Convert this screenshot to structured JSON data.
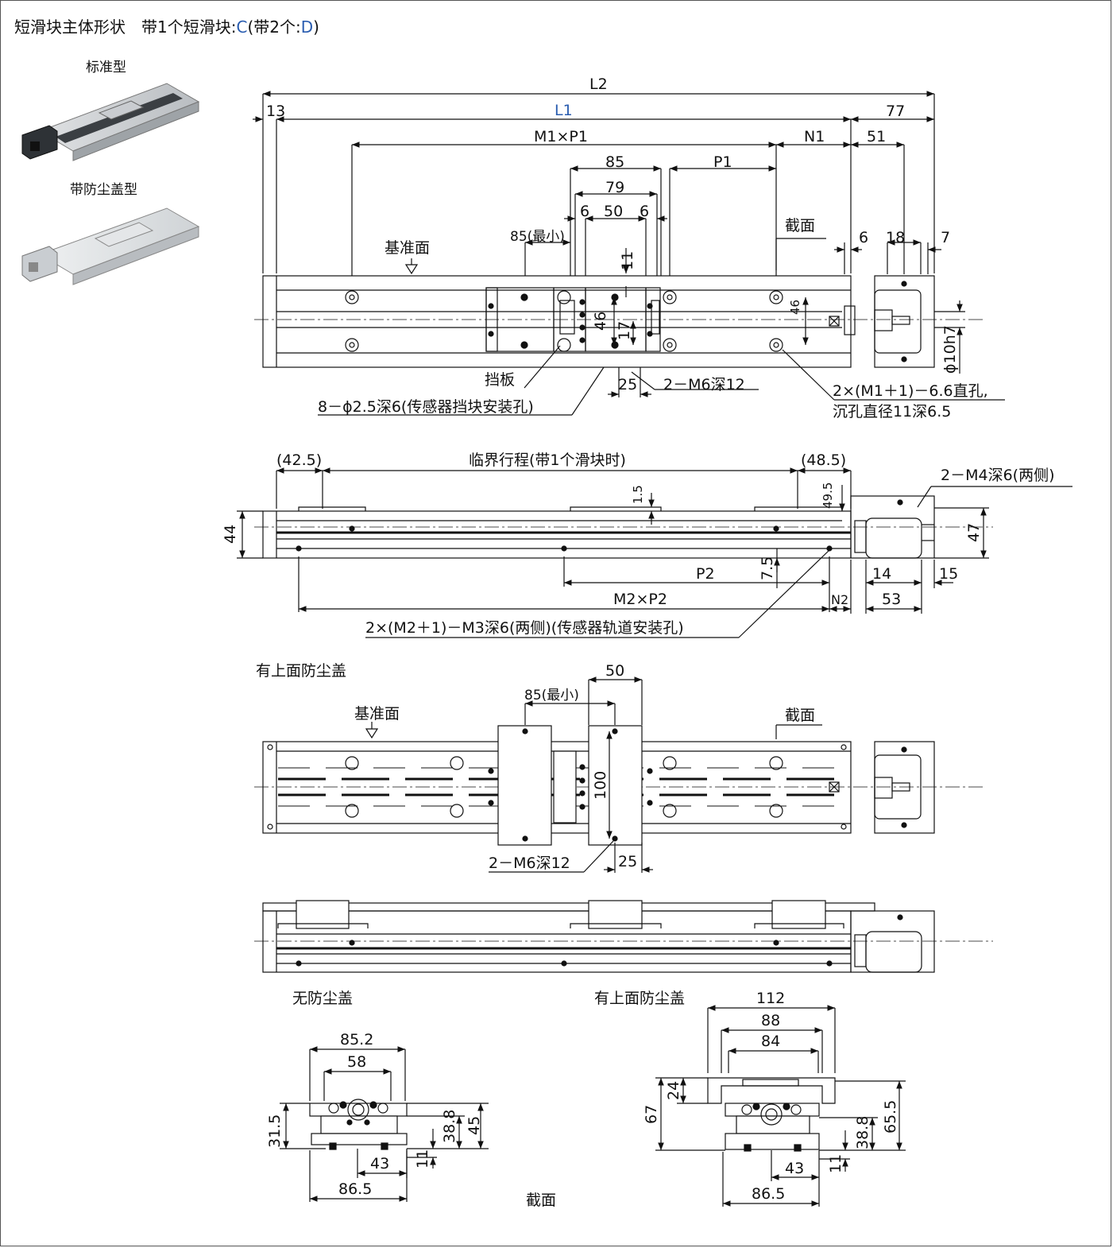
{
  "header": {
    "title_prefix": "短滑块主体形状　带1个短滑块:",
    "code_c": "C",
    "title_mid": "(带2个:",
    "code_d": "D",
    "title_end": ")",
    "accent_color": "#2a5db0"
  },
  "photos": {
    "standard_label": "标准型",
    "dust_cover_label": "带防尘盖型"
  },
  "top_view": {
    "L2": "L2",
    "L1": "L1",
    "d13": "13",
    "d77": "77",
    "m1p1": "M1×P1",
    "n1": "N1",
    "d51": "51",
    "d85": "85",
    "p1": "P1",
    "d79": "79",
    "d6a": "6",
    "d50": "50",
    "d6b": "6",
    "section_label": "截面",
    "d6": "6",
    "d18": "18",
    "d7": "7",
    "d85min": "85(最小)",
    "d11": "11",
    "reference_face": "基准面",
    "d46a": "46",
    "d17": "17",
    "d46b": "46",
    "phi10": "ϕ10h7",
    "stopper": "挡板",
    "d25": "25",
    "m6": "2－M6深12",
    "note_sensor_block": "8－ϕ2.5深6(传感器挡块安装孔)",
    "note_mount_hole_1": "2×(M1＋1)－6.6直孔,",
    "note_mount_hole_2": "沉孔直径11深6.5"
  },
  "side_view": {
    "d42_5": "(42.5)",
    "stroke": "临界行程(带1个滑块时)",
    "d48_5": "(48.5)",
    "m4": "2－M4深6(两侧)",
    "d1_5": "1.5",
    "d49_5": "49.5",
    "d44": "44",
    "d47": "47",
    "p2": "P2",
    "d7_5": "7.5",
    "d14": "14",
    "d15": "15",
    "m2p2": "M2×P2",
    "n2": "N2",
    "d53": "53",
    "note_rail": "2×(M2＋1)－M3深6(两侧)(传感器轨道安装孔)"
  },
  "cover_view": {
    "title": "有上面防尘盖",
    "d50": "50",
    "d85min": "85(最小)",
    "reference_face": "基准面",
    "section_label": "截面",
    "d100": "100",
    "m6": "2－M6深12",
    "d25": "25"
  },
  "sections": {
    "no_cover_title": "无防尘盖",
    "with_cover_title": "有上面防尘盖",
    "caption": "截面",
    "a_d85_2": "85.2",
    "a_d58": "58",
    "a_d31_5": "31.5",
    "a_d38_8": "38.8",
    "a_d45": "45",
    "a_d43": "43",
    "a_d11": "11",
    "a_d86_5": "86.5",
    "b_d112": "112",
    "b_d88": "88",
    "b_d84": "84",
    "b_d24": "24",
    "b_d67": "67",
    "b_d65_5": "65.5",
    "b_d38_8": "38.8",
    "b_d43": "43",
    "b_d11": "11",
    "b_d86_5": "86.5"
  }
}
